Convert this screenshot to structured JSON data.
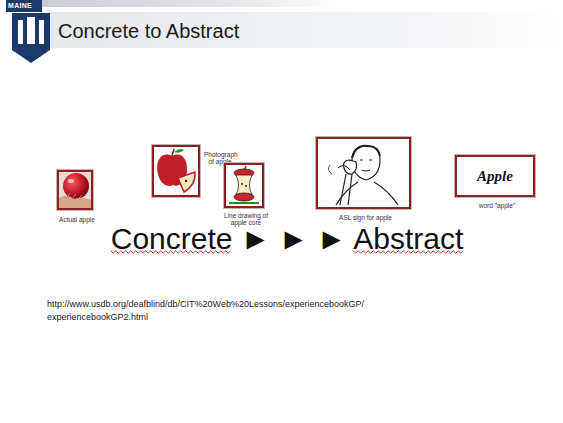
{
  "diagram": {
    "title": "Concrete to Abstract",
    "nodes": [
      {
        "text": [
          "Actual apple"
        ]
      },
      {
        "text": [
          "Photograph of apple"
        ]
      },
      {
        "text": [
          "Line drawing of apple core"
        ]
      },
      {
        "text": [
          "ASL sign for apple"
        ]
      },
      {
        "text": [
          "Apple",
          "word \"apple\""
        ]
      }
    ],
    "labels": [
      "MAINE",
      "Concrete ► ► ► Abstract",
      "http://www.usdb.org/deafblind/db/CIT%20Web%20Lessons/experiencebookGP/ experiencebookGP2.html"
    ]
  }
}
